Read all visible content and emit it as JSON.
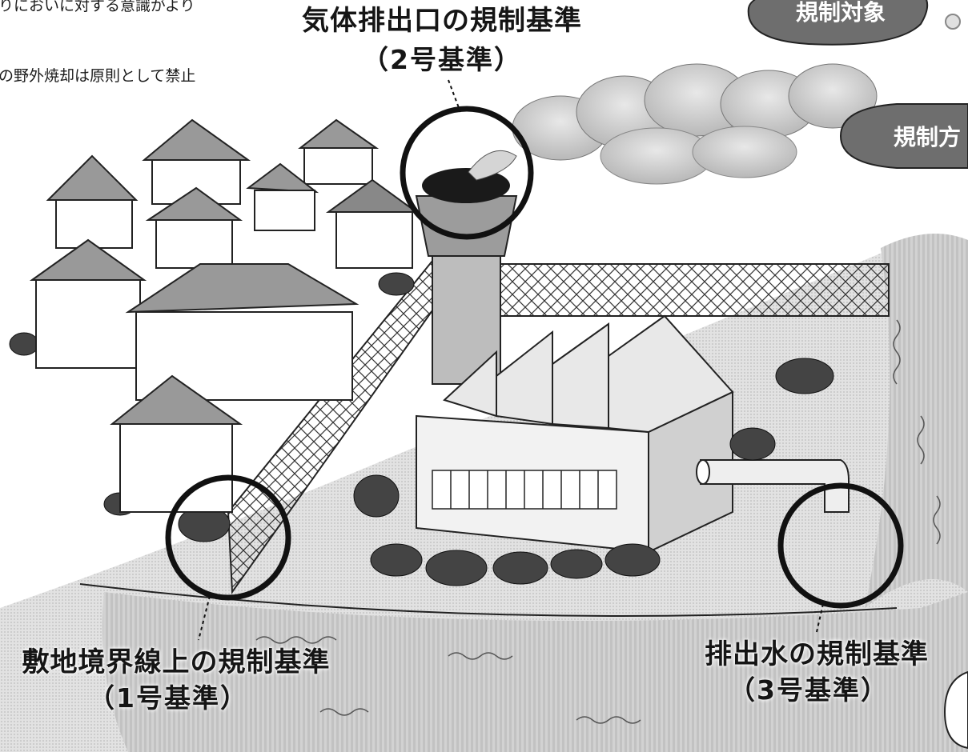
{
  "intro": {
    "line1": "りにおいに対する意識がより",
    "line2": "の野外焼却は原則として禁止"
  },
  "callouts": {
    "stack": {
      "title": "気体排出口の規制基準",
      "sub": "（2号基準）"
    },
    "boundary": {
      "title": "敷地境界線上の規制基準",
      "sub": "（1号基準）"
    },
    "water": {
      "title": "排出水の規制基準",
      "sub": "（3号基準）"
    }
  },
  "side_badges": {
    "target": "規制対象",
    "method": "規制方"
  },
  "colors": {
    "ink": "#1a1a1a",
    "badge_fill": "#6e6e6e",
    "ground": "#d9d9d9",
    "river": "#c8c8c8"
  }
}
